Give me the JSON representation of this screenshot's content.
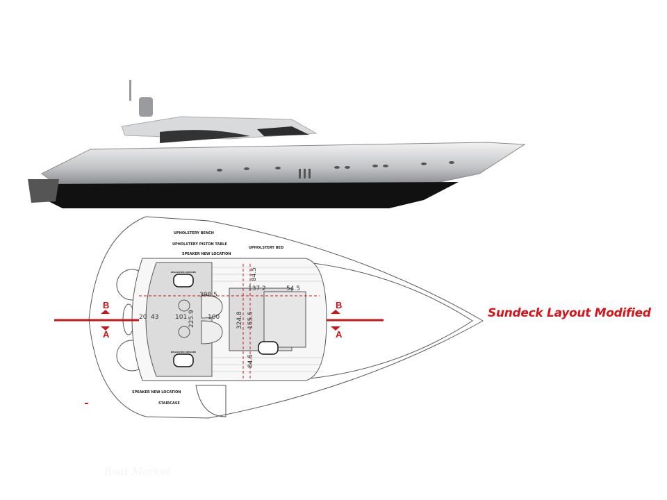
{
  "title": "Sundeck Layout Modified",
  "colors": {
    "accent": "#d4151c",
    "hull_dark": "#111111",
    "hull_light": "#c9cacc"
  },
  "labels": {
    "upholstery_bench": "UPHOLSTERY BENCH",
    "upholstery_piston_table": "UPHOLSTERY PISTON TABLE",
    "speaker_new_location_top": "SPEAKER NEW LOCATION",
    "upholstery_bed": "UPHOLSTERY BED",
    "speaker_new_location_bottom": "SPEAKER NEW LOCATION",
    "staircase": "STAIRCASE",
    "relocated_speaker_top": "RELOCATED SPEAKER",
    "relocated_speaker_bottom": "RELOCATED SPEAKER"
  },
  "dimensions": [
    "398.5",
    "137.2",
    "54.5",
    "84.5",
    "20",
    "43",
    "101",
    "225.9",
    "100",
    "324.8",
    "155.5",
    "84.5"
  ],
  "section_marks": {
    "left_top": "B",
    "left_bottom": "A",
    "right_top": "B",
    "right_bottom": "A"
  },
  "watermark": "Boat Market"
}
